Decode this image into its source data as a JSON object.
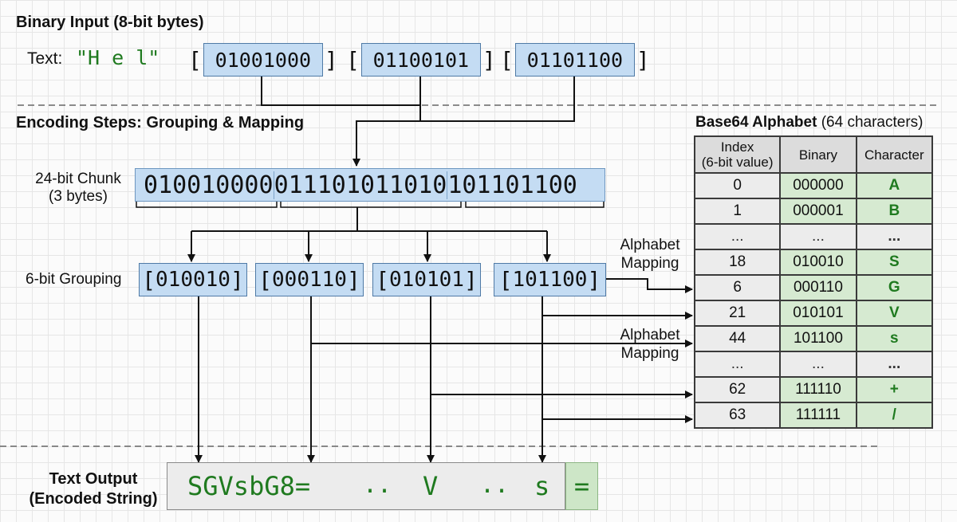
{
  "sections": {
    "input_title": "Binary Input (8-bit bytes)",
    "encoding_title": "Encoding Steps: Grouping & Mapping",
    "alphabet_title_bold": "Base64 Alphabet",
    "alphabet_title_rest": " (64 characters)"
  },
  "input": {
    "text_label": "Text:",
    "text_value": "\"H e l\"",
    "bytes": [
      "01001000",
      "01100101",
      "01101100"
    ],
    "bracket_open": "[",
    "bracket_close": "]"
  },
  "chunk": {
    "label_line1": "24-bit Chunk",
    "label_line2": "(3 bytes)",
    "segments": [
      "010010000",
      "011101011010",
      "101101100"
    ]
  },
  "grouping": {
    "label": "6-bit Grouping",
    "groups": [
      "010010",
      "000110",
      "010101",
      "101100"
    ]
  },
  "mapping_labels": [
    {
      "line1": "Alphabet",
      "line2": "Mapping"
    },
    {
      "line1": "Alphabet",
      "line2": "Mapping"
    }
  ],
  "alphabet_table": {
    "headers": [
      "Index\n(6-bit value)",
      "Binary",
      "Character"
    ],
    "header_index_line1": "Index",
    "header_index_line2": "(6-bit value)",
    "header_binary": "Binary",
    "header_character": "Character",
    "rows": [
      {
        "index": "0",
        "binary": "000000",
        "char": "A"
      },
      {
        "index": "1",
        "binary": "000001",
        "char": "B"
      },
      {
        "index": "...",
        "binary": "...",
        "char": "..."
      },
      {
        "index": "18",
        "binary": "010010",
        "char": "S"
      },
      {
        "index": "6",
        "binary": "000110",
        "char": "G"
      },
      {
        "index": "21",
        "binary": "010101",
        "char": "V"
      },
      {
        "index": "44",
        "binary": "101100",
        "char": "s"
      },
      {
        "index": "...",
        "binary": "...",
        "char": "..."
      },
      {
        "index": "62",
        "binary": "111110",
        "char": "+"
      },
      {
        "index": "63",
        "binary": "111111",
        "char": "/"
      }
    ]
  },
  "output": {
    "label_line1": "Text Output",
    "label_line2": "(Encoded String)",
    "encoded": "SGVsbG8=",
    "dots1": "..",
    "char_v": "V",
    "dots2": "..",
    "char_s": "s",
    "padding": "="
  },
  "colors": {
    "byte_box": "#c4dcf3",
    "byte_border": "#4f7aa6",
    "output_green": "#1f7a1f",
    "table_green": "#d6ead1"
  }
}
